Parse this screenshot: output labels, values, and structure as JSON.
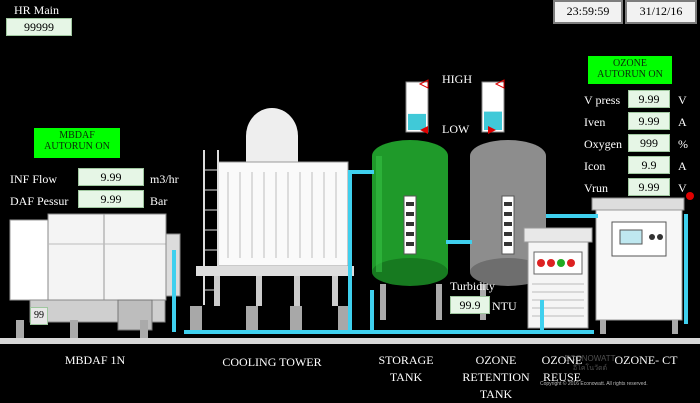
{
  "header": {
    "hr_main_label": "HR Main",
    "hr_main_value": "99999"
  },
  "clock": {
    "time": "23:59:59",
    "date": "31/12/16"
  },
  "mbdaf": {
    "status_line1": "MBDAF",
    "status_line2": "AUTORUN ON",
    "inf_flow_label": "INF Flow",
    "inf_flow_value": "9.99",
    "inf_flow_unit": "m3/hr",
    "daf_pressure_label": "DAF Pessur",
    "daf_pressure_value": "9.99",
    "daf_pressure_unit": "Bar",
    "panel_value": "99",
    "name": "MBDAF 1N"
  },
  "cooling_tower": {
    "name": "COOLING TOWER"
  },
  "level": {
    "high_label": "HIGH",
    "low_label": "LOW",
    "tank1_level_pct": 35,
    "tank2_level_pct": 40
  },
  "storage": {
    "name_line1": "STORAGE",
    "name_line2": "TANK"
  },
  "retention": {
    "name_line1": "OZONE",
    "name_line2": "RETENTION",
    "name_line3": "TANK",
    "turbidity_label": "Turbidity",
    "turbidity_value": "99.9",
    "turbidity_unit": "NTU"
  },
  "reuse": {
    "name_line1": "OZONE",
    "name_line2": "REUSE"
  },
  "ozone": {
    "status_line1": "OZONE",
    "status_line2": "AUTORUN ON",
    "name": "OZONE- CT",
    "params": [
      {
        "label": "V press",
        "value": "9.99",
        "unit": "V"
      },
      {
        "label": "Iven",
        "value": "9.99",
        "unit": "A"
      },
      {
        "label": "Oxygen",
        "value": "999",
        "unit": "%"
      },
      {
        "label": "Icon",
        "value": "9.9",
        "unit": "A"
      },
      {
        "label": "Vrun",
        "value": "9.99",
        "unit": "V"
      }
    ]
  },
  "watermark": {
    "brand": "ECONOWATT",
    "thai": "อีโคโนวัตต์",
    "copyright": "Copyright © 2016 Econowatt. All rights reserved."
  },
  "colors": {
    "status_green": "#00ff00",
    "pipe_cyan": "#3fd0ee",
    "value_bg": "#e6f6e6",
    "level_red": "#e00000"
  }
}
